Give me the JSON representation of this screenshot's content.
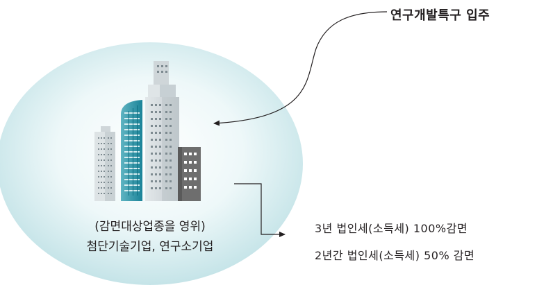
{
  "zone_label": "연구개발특구 입주",
  "caption": {
    "line1": "(감면대상업종을 영위)",
    "line2": "첨단기술기업, 연구소기업"
  },
  "benefits": [
    "3년 법인세(소득세) 100%감면",
    "2년간 법인세(소득세) 50% 감면"
  ],
  "colors": {
    "circle_center": "#ffffff",
    "circle_edge": "#c9e6ea",
    "teal_tower": "#1f8fa3",
    "dark_tower": "#6b6b6b",
    "light_tower": "#d6dde0",
    "arrow": "#231f20"
  }
}
